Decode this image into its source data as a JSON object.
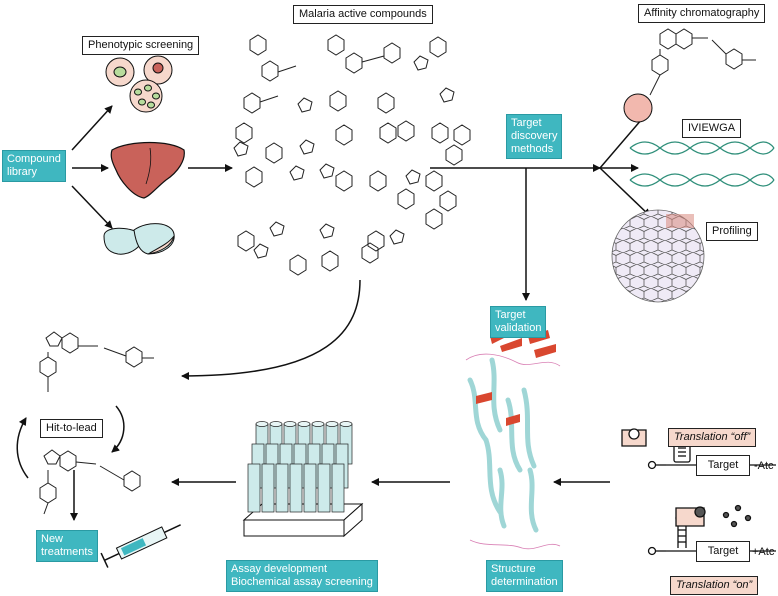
{
  "labels": {
    "malaria_active_compounds": "Malaria active compounds",
    "phenotypic_screening": "Phenotypic screening",
    "affinity_chromatography": "Affinity chromatography",
    "compound_library": [
      "Compound",
      "library"
    ],
    "target_discovery_methods": [
      "Target",
      "discovery",
      "methods"
    ],
    "ivlewga": "IVIEWGA",
    "profiling": "Profiling",
    "target_validation": [
      "Target",
      "validation"
    ],
    "hit_to_lead": "Hit-to-lead",
    "translation_off": "Translation “off”",
    "translation_on": "Translation “on”",
    "target_top": "Target",
    "target_bottom": "Target",
    "minus_atc": "-Atc",
    "plus_atc": "+Atc",
    "new_treatments": [
      "New",
      "treatments"
    ],
    "assay_development": [
      "Assay development",
      "Biochemical assay screening"
    ],
    "structure_determination": [
      "Structure",
      "determination"
    ]
  },
  "colors": {
    "teal_box": "#3fb7c0",
    "pink": "#f6d8cc",
    "liver": "#c9625a",
    "dna": "#2f8f7a",
    "protein_helix": "#9fd6d6",
    "protein_sheet": "#d9472f"
  }
}
